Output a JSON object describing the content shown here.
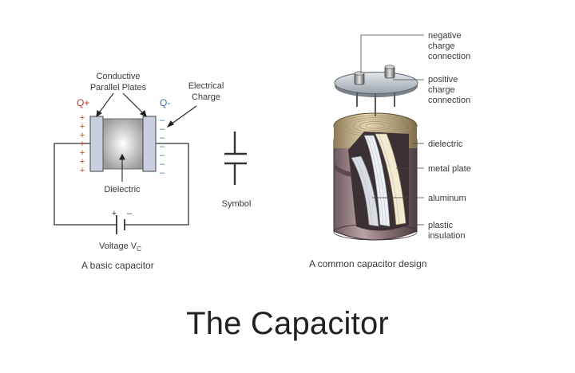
{
  "title": "The Capacitor",
  "basic": {
    "plates_label": [
      "Conductive",
      "Parallel Plates"
    ],
    "charge_label": [
      "Electrical",
      "Charge"
    ],
    "q_plus": "Q+",
    "q_minus": "Q-",
    "plus_sign": "+",
    "minus_sign": "–",
    "dielectric": "Dielectric",
    "voltage": "Voltage V",
    "voltage_sub": "C",
    "battery_plus": "+",
    "battery_minus": "–",
    "caption": "A basic capacitor"
  },
  "symbol": {
    "label": "Symbol"
  },
  "common": {
    "labels": {
      "negative": [
        "negative",
        "charge",
        "connection"
      ],
      "positive": [
        "positive",
        "charge",
        "connection"
      ],
      "dielectric": "dielectric",
      "metal_plate": "metal plate",
      "aluminum": "aluminum",
      "plastic": [
        "plastic",
        "insulation"
      ]
    },
    "caption": "A common capacitor design"
  },
  "colors": {
    "q_plus": "#c0392b",
    "q_minus": "#3b6fa8",
    "plate": "#c8cfe0",
    "wire": "#333333"
  }
}
